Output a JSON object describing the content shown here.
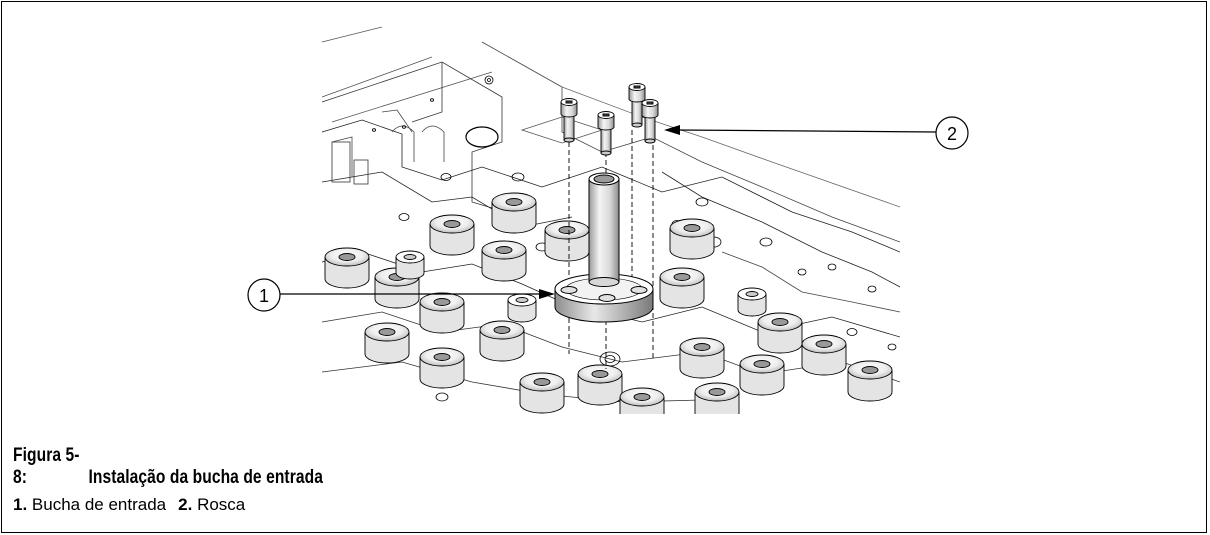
{
  "figure": {
    "number": "Figura 5-8:",
    "title": "Instalação da bucha de entrada",
    "callouts": [
      {
        "id": "1",
        "target": "bushing"
      },
      {
        "id": "2",
        "target": "screws"
      }
    ]
  },
  "legend": [
    {
      "num": "1.",
      "text": "Bucha de entrada"
    },
    {
      "num": "2.",
      "text": "Rosca"
    }
  ],
  "colors": {
    "line": "#000000",
    "shade": "#d0d0d0",
    "light": "#e6e6e6"
  }
}
